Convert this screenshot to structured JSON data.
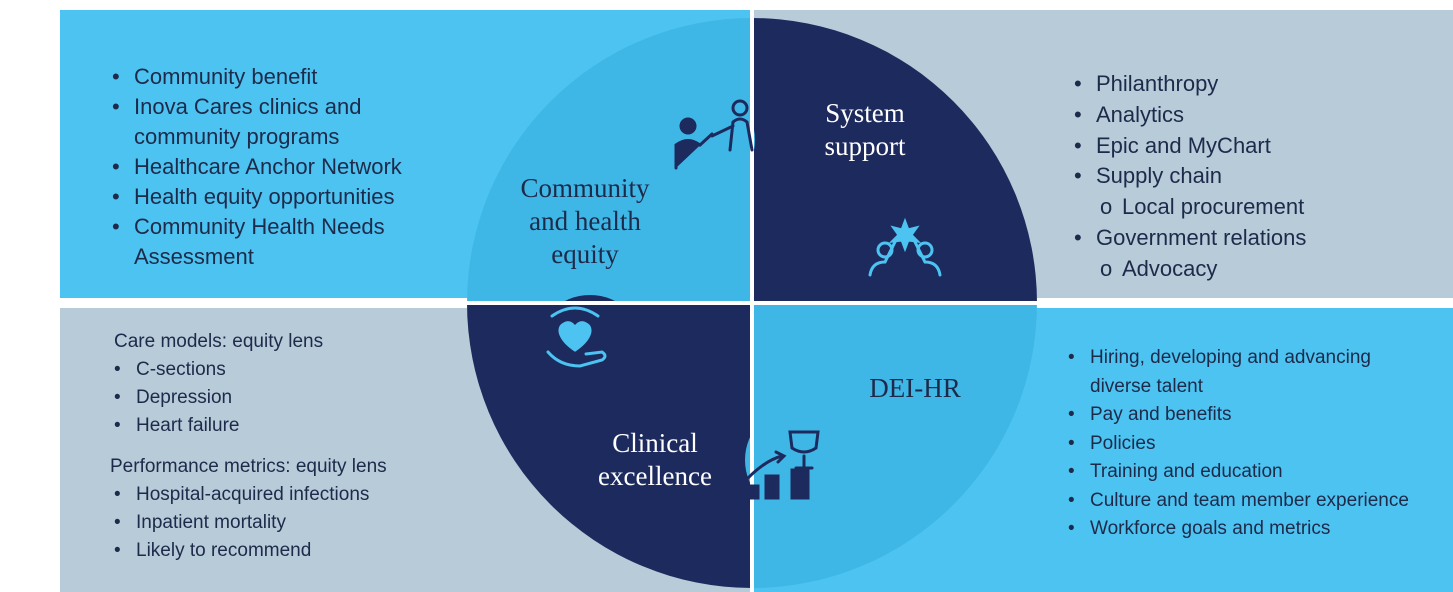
{
  "pieces": {
    "community": "Community and health equity",
    "system": "System support",
    "dei": "DEI-HR",
    "clinical": "Clinical excellence"
  },
  "community_items": [
    "Community benefit",
    "Inova Cares clinics and community programs",
    "Healthcare Anchor Network",
    "Health equity opportunities",
    "Community Health Needs Assessment"
  ],
  "system_items": [
    {
      "text": "Philanthropy",
      "sub": false
    },
    {
      "text": "Analytics",
      "sub": false
    },
    {
      "text": "Epic and MyChart",
      "sub": false
    },
    {
      "text": "Supply chain",
      "sub": false
    },
    {
      "text": "Local procurement",
      "sub": true
    },
    {
      "text": "Government relations",
      "sub": false
    },
    {
      "text": "Advocacy",
      "sub": true
    }
  ],
  "clinical_groups": [
    {
      "heading": "Care models: equity lens",
      "items": [
        "C-sections",
        "Depression",
        "Heart failure"
      ]
    },
    {
      "heading": "Performance metrics: equity lens",
      "items": [
        "Hospital-acquired infections",
        "Inpatient mortality",
        "Likely to recommend"
      ]
    }
  ],
  "dei_items": [
    "Hiring, developing and advancing diverse talent",
    "Pay and benefits",
    "Policies",
    "Training and education",
    "Culture and team member experience",
    "Workforce goals and metrics"
  ],
  "icons": {
    "community": "coaching-person-icon",
    "system": "high-five-icon",
    "dei": "heart-in-hand-icon",
    "clinical": "trophy-growth-chart-icon"
  },
  "colors": {
    "light_blue": "#4cc3f0",
    "gray_blue": "#b7cbd9",
    "piece_light": "#3fb7e6",
    "piece_dark": "#1c2a5e",
    "text": "#1e2a4a"
  }
}
